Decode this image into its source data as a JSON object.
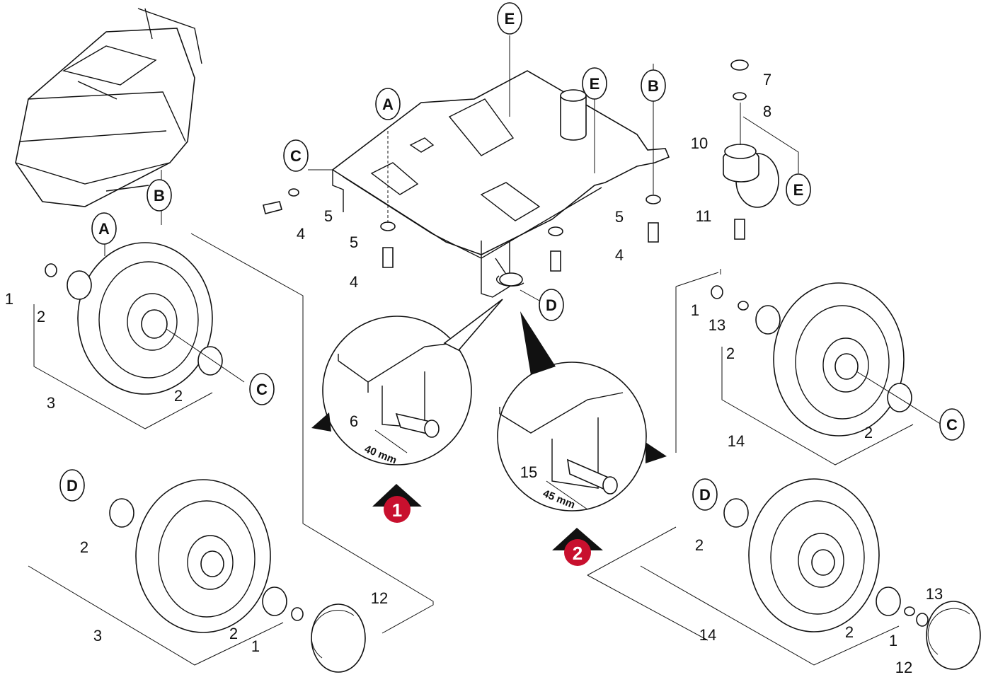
{
  "letters": {
    "A": "A",
    "B": "B",
    "C": "C",
    "D": "D",
    "E": "E"
  },
  "numbers": {
    "n1": "1",
    "n2": "2",
    "n3": "3",
    "n4": "4",
    "n5": "5",
    "n6": "6",
    "n7": "7",
    "n8": "8",
    "n10": "10",
    "n11": "11",
    "n12": "12",
    "n13": "13",
    "n14": "14",
    "n15": "15"
  },
  "dimensions": {
    "variant1": "40 mm",
    "variant2": "45 mm"
  },
  "badges": {
    "variant1": "1",
    "variant2": "2"
  },
  "colors": {
    "line": "#111111",
    "badge": "#c8102e",
    "background": "#ffffff"
  }
}
